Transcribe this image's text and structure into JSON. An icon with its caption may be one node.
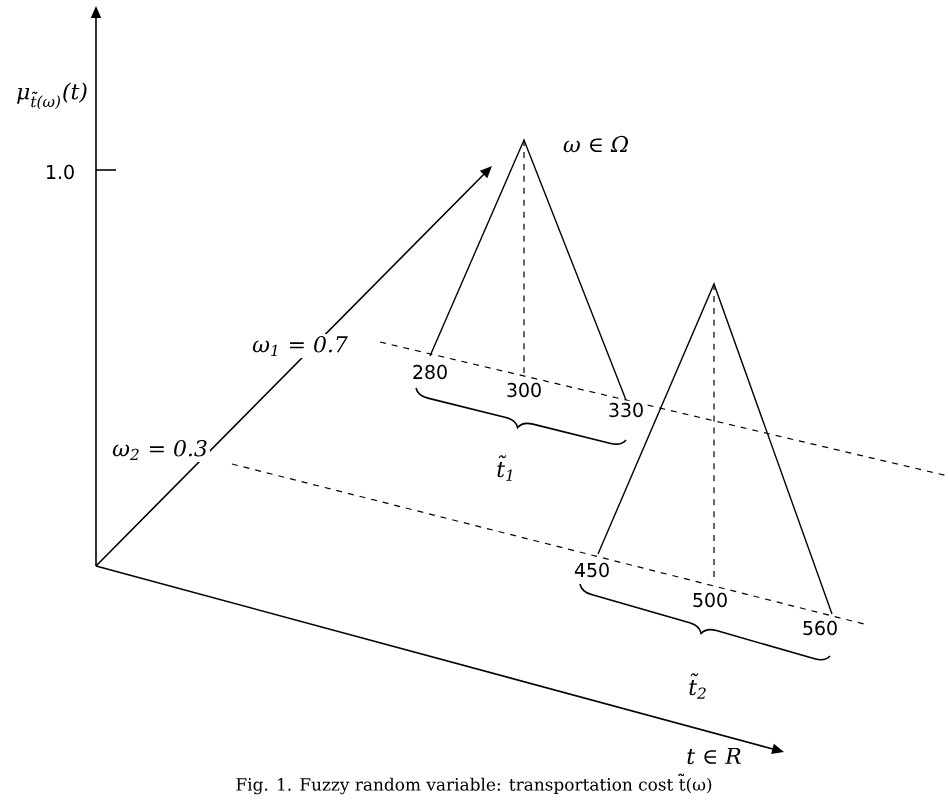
{
  "diagram": {
    "caption": "Fig. 1. Fuzzy random variable: transportation cost t̃̃(ω)",
    "labels": [
      "μ$_{t̃̃(ω)}$(t)",
      "1.0",
      "ω ∈ Ω",
      "ω$_{1}$ = 0.7",
      "ω$_{2}$ = 0.3",
      "280",
      "300",
      "330",
      "t̃$_{1}$",
      "450",
      "500",
      "560",
      "t̃$_{2}$",
      "t ∈ R"
    ]
  }
}
